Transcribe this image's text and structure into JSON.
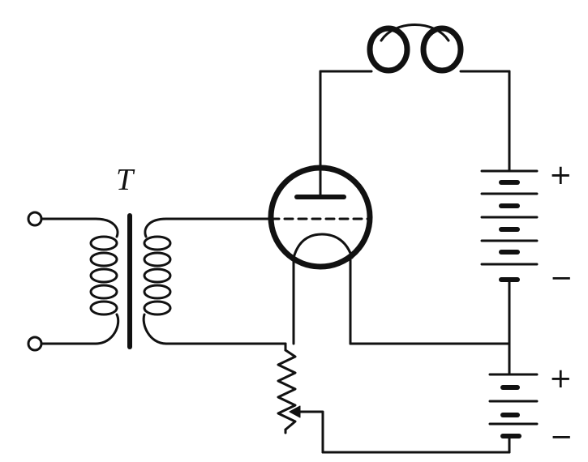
{
  "labels": {
    "transformer": "T",
    "battery_b_plus": "+",
    "battery_b_minus": "−",
    "battery_a_plus": "+",
    "battery_a_minus": "−"
  },
  "components": {
    "transformer": "transformer",
    "vacuum_tube": "triode-tube",
    "headphones": "headphones",
    "plate_battery": "battery",
    "filament_battery": "battery",
    "rheostat": "rheostat",
    "input_terminals": "terminal"
  },
  "colors": {
    "ink": "#111111",
    "paper": "#ffffff"
  }
}
